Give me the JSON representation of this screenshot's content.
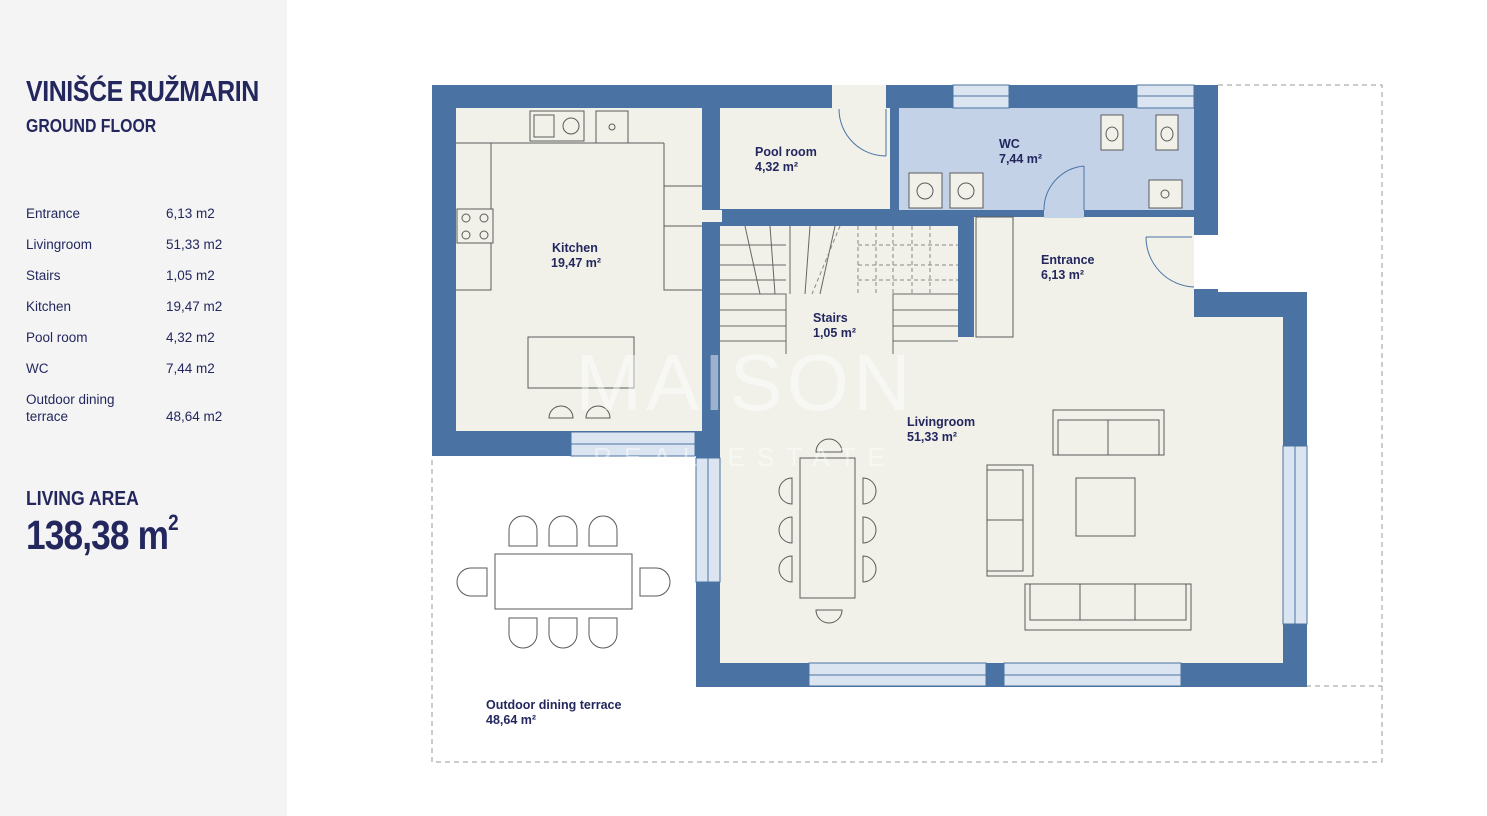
{
  "header": {
    "title": "VINIŠĆE RUŽMARIN",
    "subtitle": "GROUND FLOOR"
  },
  "areas": [
    {
      "name": "Entrance",
      "value": "6,13 m2"
    },
    {
      "name": "Livingroom",
      "value": "51,33 m2"
    },
    {
      "name": "Stairs",
      "value": "1,05 m2"
    },
    {
      "name": "Kitchen",
      "value": "19,47 m2"
    },
    {
      "name": "Pool room",
      "value": "4,32 m2"
    },
    {
      "name": "WC",
      "value": "7,44 m2"
    },
    {
      "name": "Outdoor dining terrace",
      "value": "48,64 m2"
    }
  ],
  "living_area": {
    "label": "LIVING AREA",
    "value": "138,38 m",
    "unit_sup": "2"
  },
  "plan": {
    "rooms": {
      "kitchen": {
        "name": "Kitchen",
        "area": "19,47 m²"
      },
      "pool_room": {
        "name": "Pool room",
        "area": "4,32 m²"
      },
      "wc": {
        "name": "WC",
        "area": "7,44 m²"
      },
      "entrance": {
        "name": "Entrance",
        "area": "6,13 m²"
      },
      "stairs": {
        "name": "Stairs",
        "area": "1,05 m²"
      },
      "livingroom": {
        "name": "Livingroom",
        "area": "51,33 m²"
      },
      "terrace": {
        "name": "Outdoor dining terrace",
        "area": "48,64 m²"
      }
    },
    "watermark": {
      "brand": "MAISON",
      "tagline": "REAL ESTATE"
    }
  },
  "colors": {
    "wall": "#4a73a3",
    "floor": "#f1f1ea",
    "wc_floor": "#c4d2e8",
    "text": "#23275e",
    "sidebar_bg": "#f4f4f4"
  }
}
